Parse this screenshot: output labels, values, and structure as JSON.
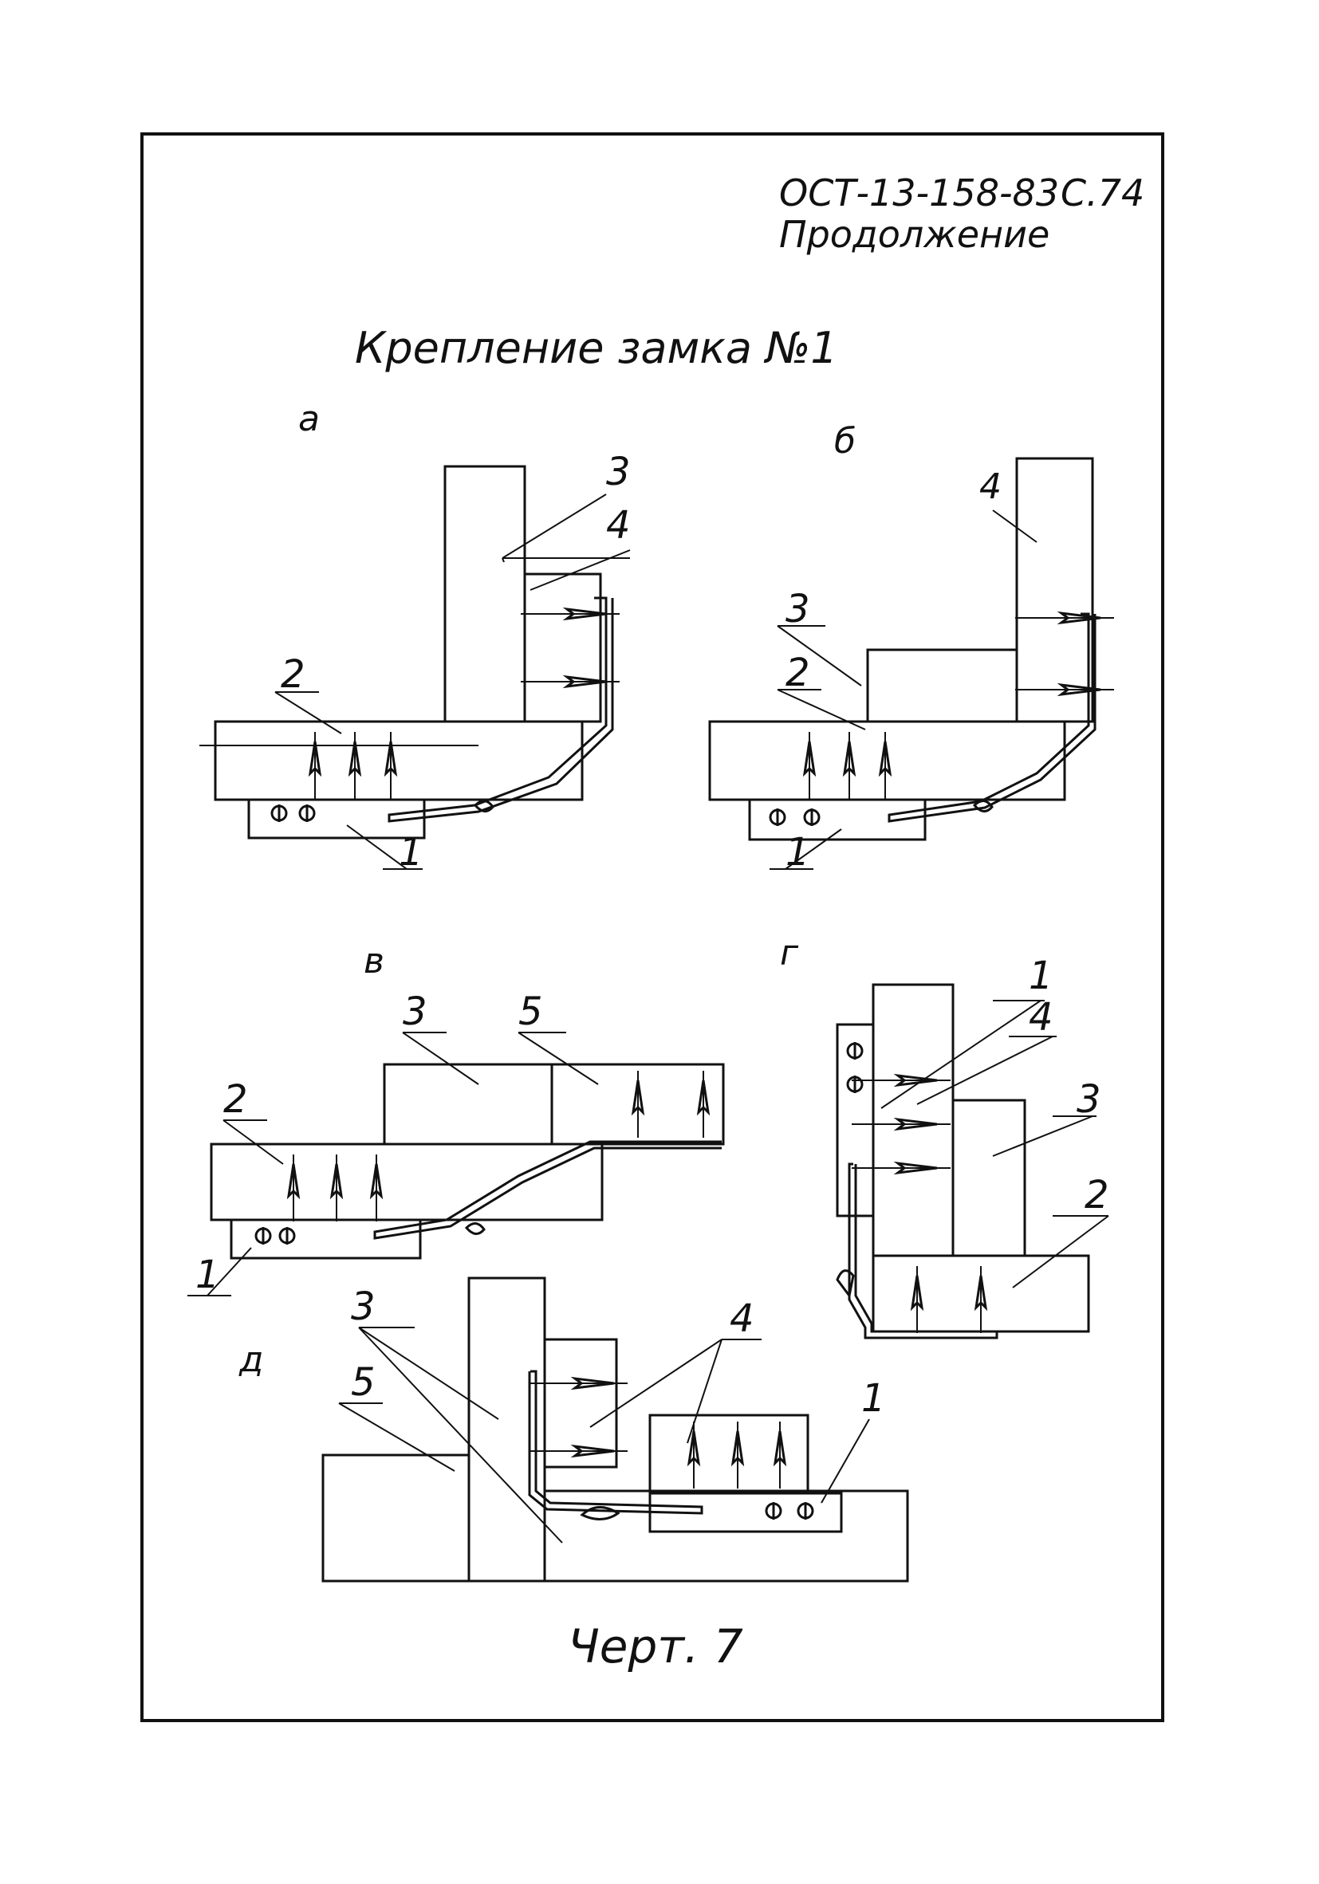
{
  "header": {
    "doc_number": "ОСТ-13-158-83",
    "page": "С.74",
    "continuation": "Продолжение"
  },
  "title": "Крепление замка №1",
  "figure_caption": "Черт. 7",
  "variants": {
    "a": {
      "letter": "а",
      "labels": [
        "1",
        "2",
        "3",
        "4"
      ]
    },
    "b": {
      "letter": "б",
      "labels": [
        "1",
        "2",
        "3",
        "4"
      ]
    },
    "v": {
      "letter": "в",
      "labels": [
        "1",
        "2",
        "3",
        "5"
      ]
    },
    "g": {
      "letter": "г",
      "labels": [
        "1",
        "2",
        "3",
        "4"
      ]
    },
    "d": {
      "letter": "д",
      "labels": [
        "1",
        "3",
        "4",
        "5"
      ]
    }
  }
}
